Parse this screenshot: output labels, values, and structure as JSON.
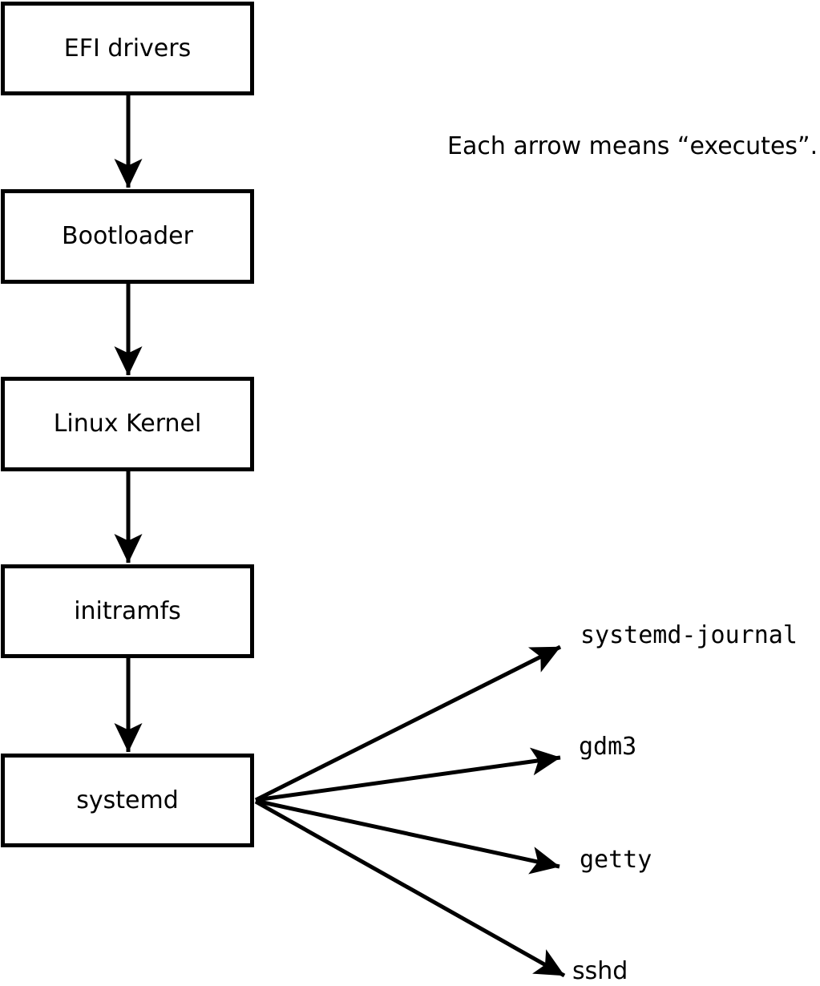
{
  "note": "Each arrow means “executes”.",
  "chain": [
    "EFI drivers",
    "Bootloader",
    "Linux Kernel",
    "initramfs",
    "systemd"
  ],
  "services": [
    "systemd-journal",
    "gdm3",
    "getty",
    "sshd"
  ],
  "arrow_meaning": "executes",
  "colors": {
    "stroke": "#000000",
    "text": "#000000",
    "box_fill": "#ffffff",
    "background": "#ffffff"
  }
}
